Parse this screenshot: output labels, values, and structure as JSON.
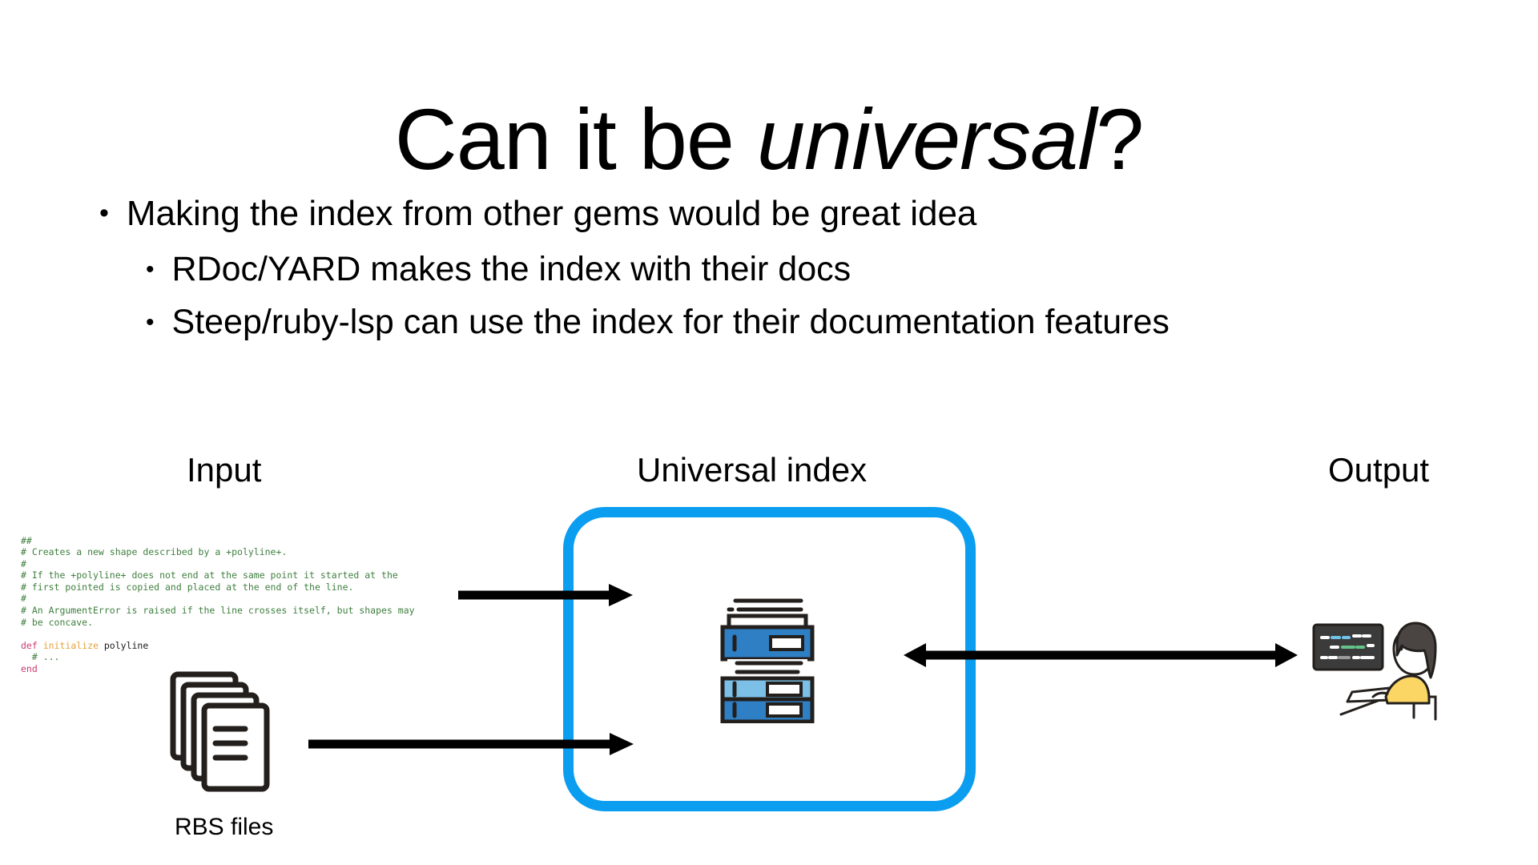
{
  "slide": {
    "title": {
      "before": "Can it be ",
      "emphasis": "universal",
      "after": "?"
    },
    "bullets": [
      {
        "level": 1,
        "marker": "•",
        "text": "Making the index from other gems would be great idea"
      },
      {
        "level": 2,
        "marker": "•",
        "text": "RDoc/YARD makes the index with their docs"
      },
      {
        "level": 2,
        "marker": "•",
        "text": "Steep/ruby-lsp can use the index for their documentation features"
      }
    ],
    "diagram": {
      "captions": {
        "input": "Input",
        "index": "Universal index",
        "output": "Output"
      },
      "code_sample": {
        "language": "ruby",
        "lines": [
          {
            "segments": [
              {
                "cls": "c-com",
                "t": "##"
              }
            ]
          },
          {
            "segments": [
              {
                "cls": "c-com",
                "t": "# Creates a new shape described by a +polyline+."
              }
            ]
          },
          {
            "segments": [
              {
                "cls": "c-com",
                "t": "#"
              }
            ]
          },
          {
            "segments": [
              {
                "cls": "c-com",
                "t": "# If the +polyline+ does not end at the same point it started at the"
              }
            ]
          },
          {
            "segments": [
              {
                "cls": "c-com",
                "t": "# first pointed is copied and placed at the end of the line."
              }
            ]
          },
          {
            "segments": [
              {
                "cls": "c-com",
                "t": "#"
              }
            ]
          },
          {
            "segments": [
              {
                "cls": "c-com",
                "t": "# An ArgumentError is raised if the line crosses itself, but shapes may"
              }
            ]
          },
          {
            "segments": [
              {
                "cls": "c-com",
                "t": "# be concave."
              }
            ]
          },
          {
            "segments": [
              {
                "cls": "c-pl",
                "t": ""
              }
            ]
          },
          {
            "segments": [
              {
                "cls": "c-kw",
                "t": "def "
              },
              {
                "cls": "c-fn",
                "t": "initialize "
              },
              {
                "cls": "c-pl",
                "t": "polyline"
              }
            ]
          },
          {
            "segments": [
              {
                "cls": "c-com",
                "t": "  # ..."
              }
            ]
          },
          {
            "segments": [
              {
                "cls": "c-kw",
                "t": "end"
              }
            ]
          }
        ]
      },
      "files": {
        "label": "RBS files",
        "icon": "documents-stack-icon",
        "sheet_count": 4
      },
      "index_store": {
        "icon": "server-stack-icon",
        "border_color": "#0b9df0",
        "server_colors": [
          "#2f7fc4",
          "#7cc0e8",
          "#2f7fc4"
        ]
      },
      "consumer": {
        "icon": "person-at-computer-icon",
        "shirt_color": "#fbd664",
        "hair_color": "#4a4543",
        "screen_color": "#3b3b3b"
      },
      "arrows": [
        {
          "name": "code-to-index",
          "direction": "right",
          "from": "code-sample",
          "to": "universal-index"
        },
        {
          "name": "files-to-index",
          "direction": "right",
          "from": "rbs-files",
          "to": "universal-index"
        },
        {
          "name": "index-to-consumer",
          "direction": "both",
          "from": "universal-index",
          "to": "consumer"
        }
      ]
    }
  }
}
